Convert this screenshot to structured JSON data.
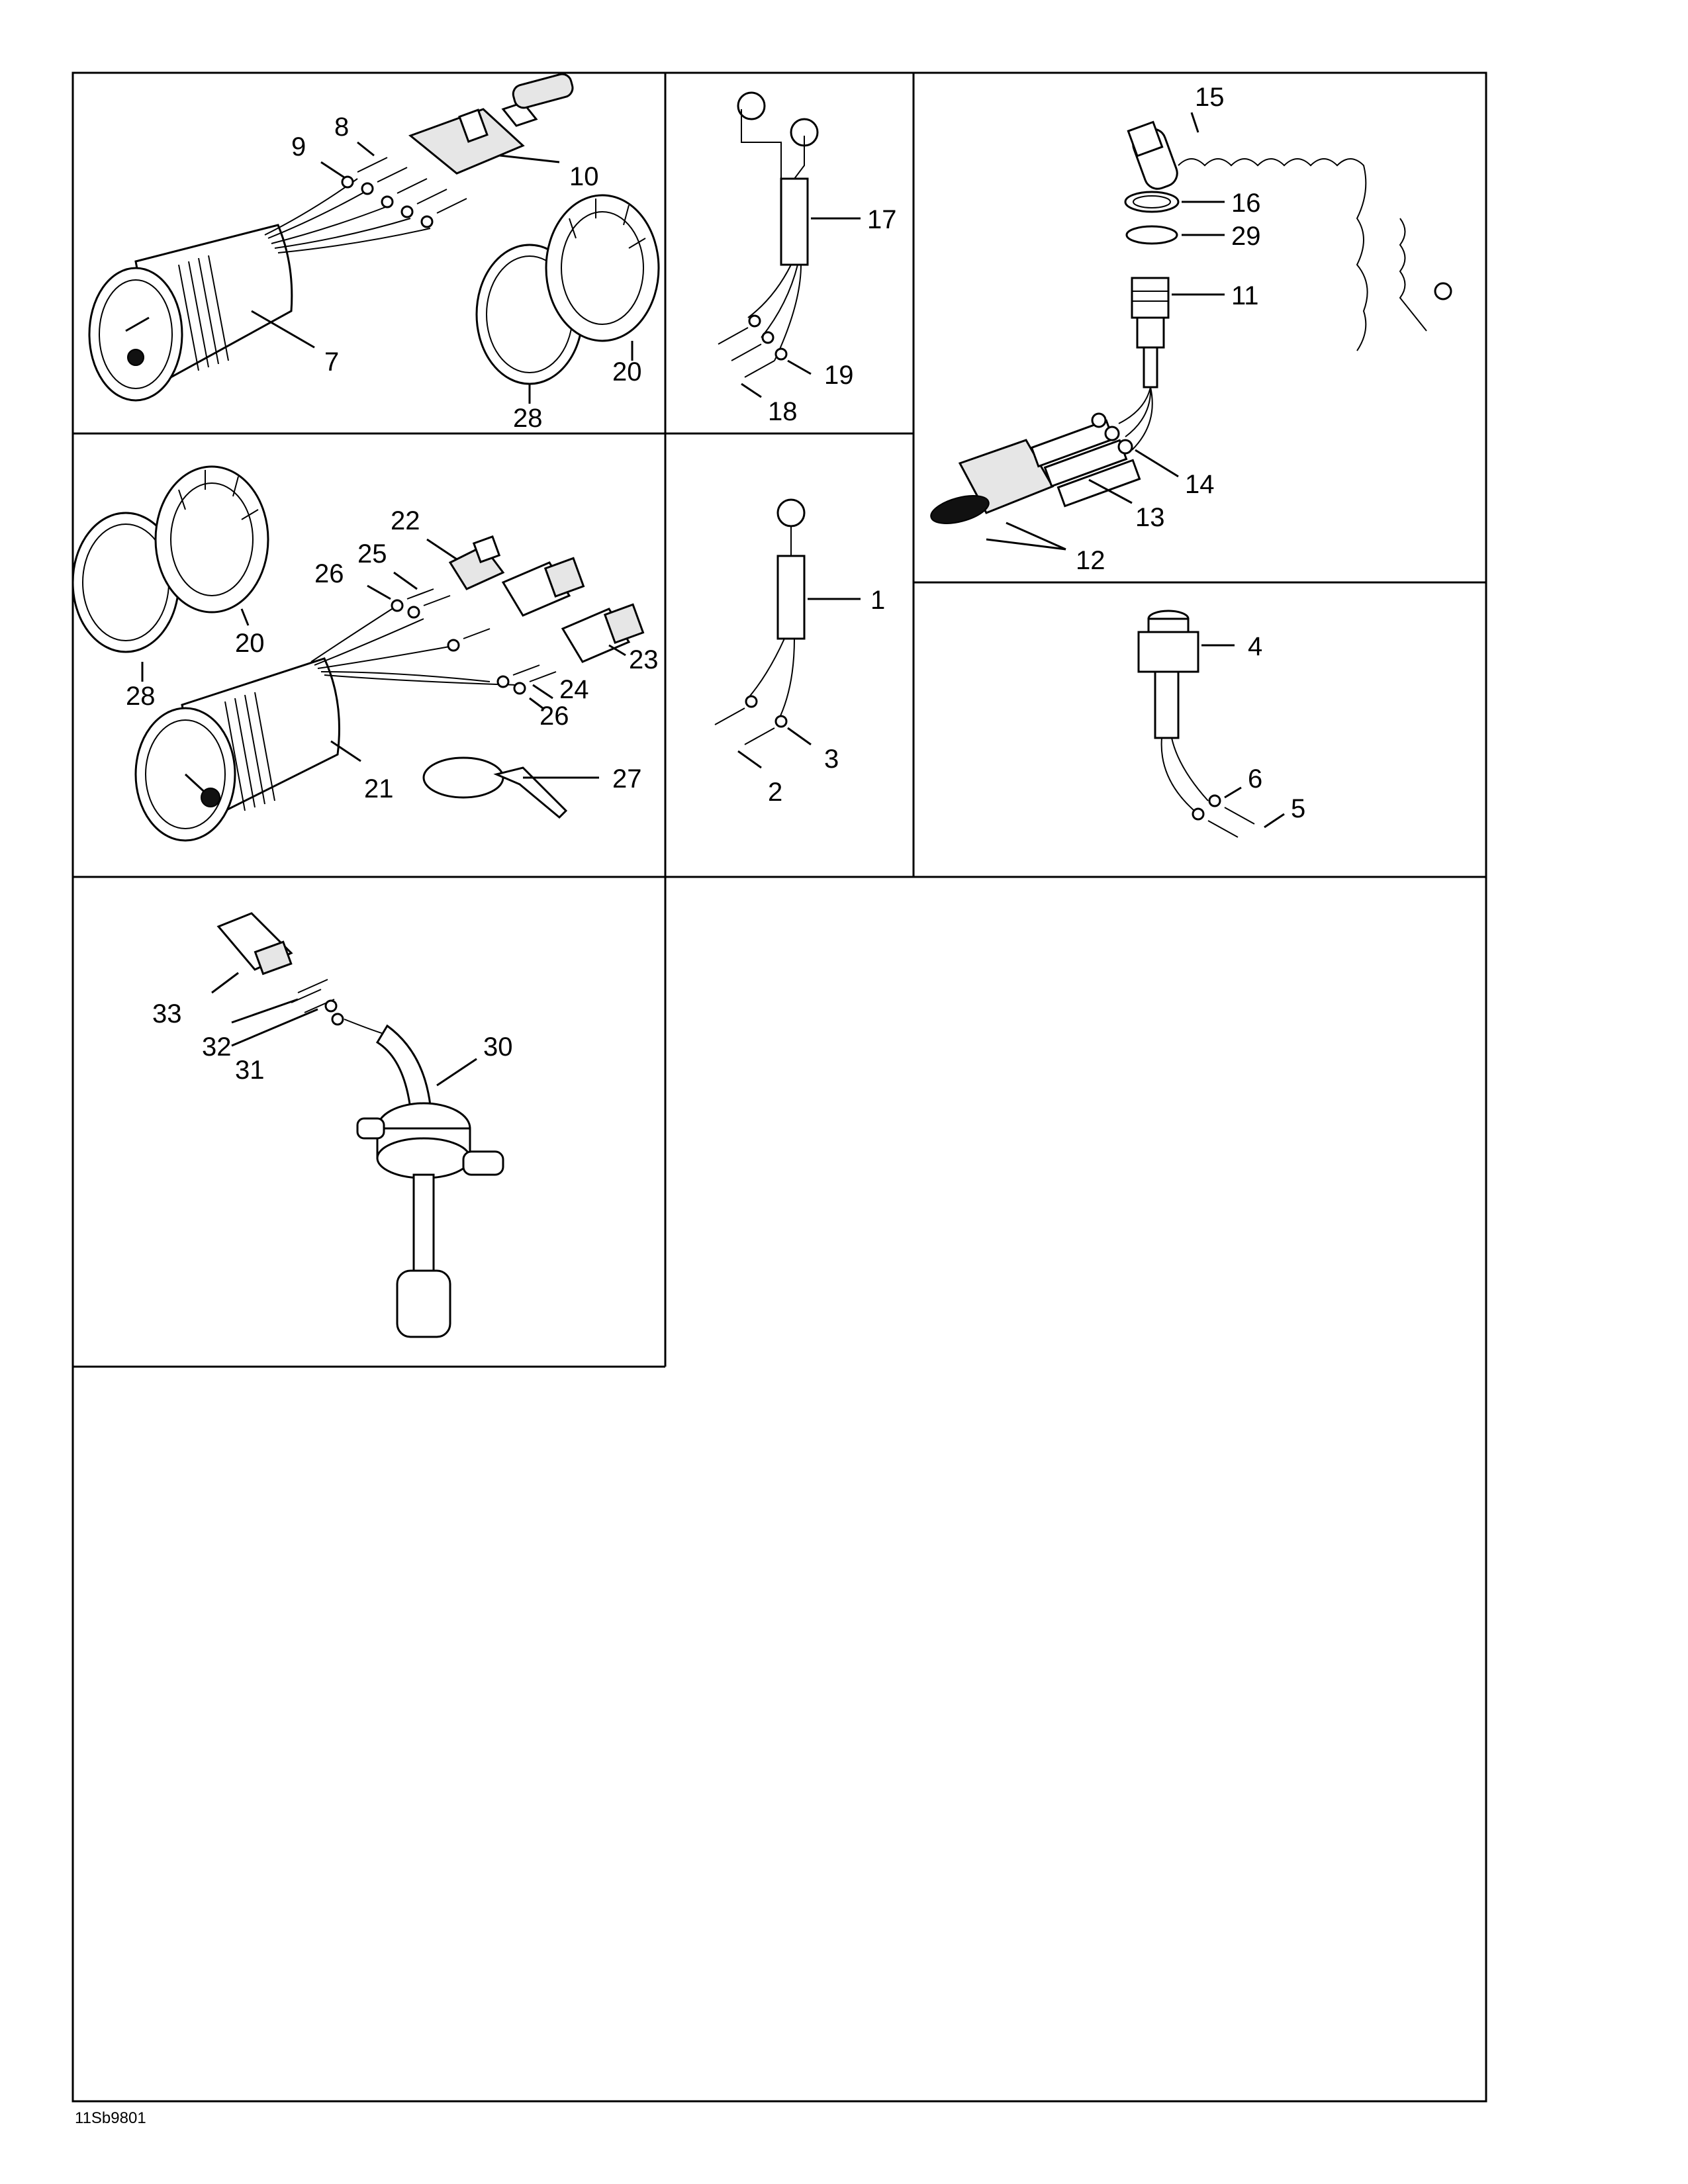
{
  "drawing_code": "11Sb9801",
  "callouts": [
    {
      "id": "7",
      "text": "7"
    },
    {
      "id": "8",
      "text": "8"
    },
    {
      "id": "9",
      "text": "9"
    },
    {
      "id": "10",
      "text": "10"
    },
    {
      "id": "20a",
      "text": "20"
    },
    {
      "id": "28a",
      "text": "28"
    },
    {
      "id": "17",
      "text": "17"
    },
    {
      "id": "18",
      "text": "18"
    },
    {
      "id": "19",
      "text": "19"
    },
    {
      "id": "15",
      "text": "15"
    },
    {
      "id": "16",
      "text": "16"
    },
    {
      "id": "29",
      "text": "29"
    },
    {
      "id": "11",
      "text": "11"
    },
    {
      "id": "14",
      "text": "14"
    },
    {
      "id": "13",
      "text": "13"
    },
    {
      "id": "12",
      "text": "12"
    },
    {
      "id": "22",
      "text": "22"
    },
    {
      "id": "25",
      "text": "25"
    },
    {
      "id": "26a",
      "text": "26"
    },
    {
      "id": "20b",
      "text": "20"
    },
    {
      "id": "28b",
      "text": "28"
    },
    {
      "id": "23",
      "text": "23"
    },
    {
      "id": "24",
      "text": "24"
    },
    {
      "id": "26b",
      "text": "26"
    },
    {
      "id": "21",
      "text": "21"
    },
    {
      "id": "27",
      "text": "27"
    },
    {
      "id": "1",
      "text": "1"
    },
    {
      "id": "3",
      "text": "3"
    },
    {
      "id": "2",
      "text": "2"
    },
    {
      "id": "4",
      "text": "4"
    },
    {
      "id": "6",
      "text": "6"
    },
    {
      "id": "5",
      "text": "5"
    },
    {
      "id": "30",
      "text": "30"
    },
    {
      "id": "33",
      "text": "33"
    },
    {
      "id": "32",
      "text": "32"
    },
    {
      "id": "31",
      "text": "31"
    }
  ]
}
